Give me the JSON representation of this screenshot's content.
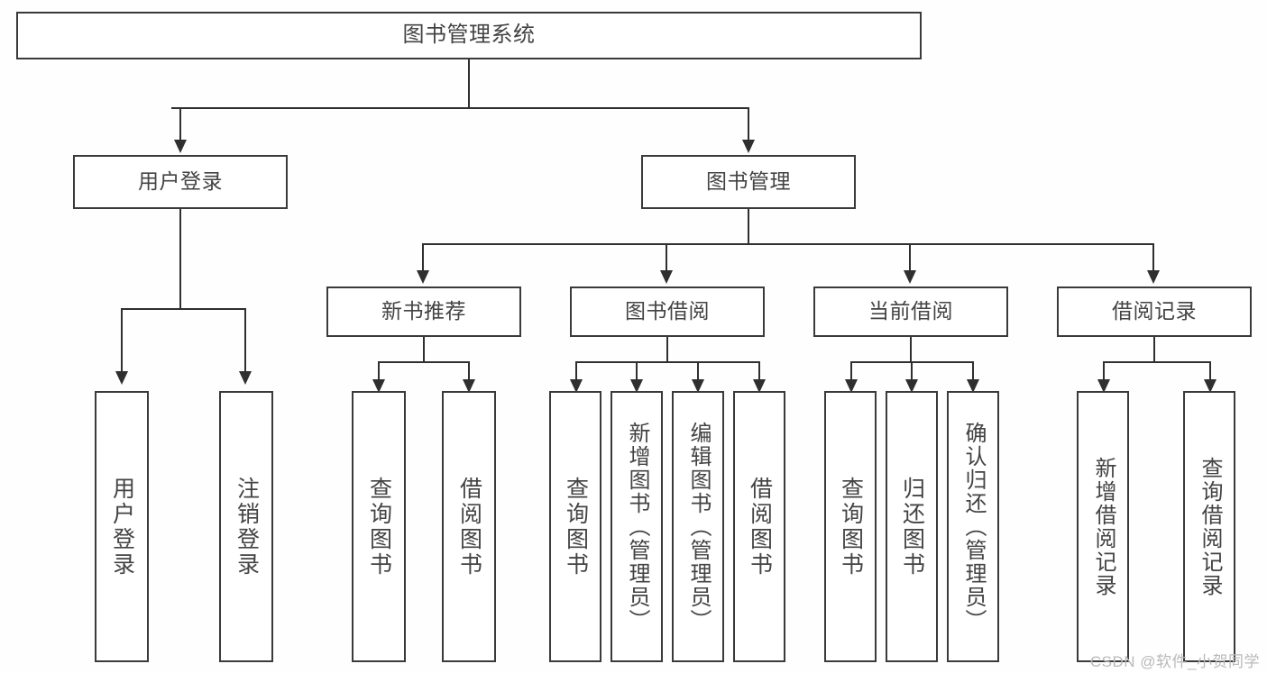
{
  "diagram": {
    "title": "图书管理系统",
    "type": "功能结构图",
    "watermark": "CSDN @软件_小贺同学",
    "theme": {
      "background": "#fefefe",
      "box_fill": "#ffffff",
      "box_border": "#3a3a3a",
      "connector": "#2f2f2f",
      "text": "#434343",
      "watermark_color": "#b9b9b9"
    }
  },
  "nodes": {
    "root": {
      "label": "图书管理系统"
    },
    "level2": [
      {
        "id": "user-login",
        "label": "用户登录"
      },
      {
        "id": "book-manage",
        "label": "图书管理"
      }
    ],
    "level3": [
      {
        "id": "new-book-recommend",
        "label": "新书推荐"
      },
      {
        "id": "book-borrow",
        "label": "图书借阅"
      },
      {
        "id": "current-borrow",
        "label": "当前借阅"
      },
      {
        "id": "borrow-record",
        "label": "借阅记录"
      }
    ],
    "leaves": {
      "user_login": [
        {
          "id": "leaf-user-login",
          "label": "用户登录"
        },
        {
          "id": "leaf-logout",
          "label": "注销登录"
        }
      ],
      "new_book_recommend": [
        {
          "id": "leaf-query-book-1",
          "label": "查询图书"
        },
        {
          "id": "leaf-borrow-book-1",
          "label": "借阅图书"
        }
      ],
      "book_borrow": [
        {
          "id": "leaf-query-book-2",
          "label": "查询图书"
        },
        {
          "id": "leaf-add-book",
          "label": "新增图书（管理员）"
        },
        {
          "id": "leaf-edit-book",
          "label": "编辑图书（管理员）"
        },
        {
          "id": "leaf-borrow-book-2",
          "label": "借阅图书"
        }
      ],
      "current_borrow": [
        {
          "id": "leaf-query-book-3",
          "label": "查询图书"
        },
        {
          "id": "leaf-return-book",
          "label": "归还图书"
        },
        {
          "id": "leaf-confirm-return",
          "label": "确认归还（管理员）"
        }
      ],
      "borrow_record": [
        {
          "id": "leaf-add-record",
          "label": "新增借阅记录"
        },
        {
          "id": "leaf-query-record",
          "label": "查询借阅记录"
        }
      ]
    }
  }
}
